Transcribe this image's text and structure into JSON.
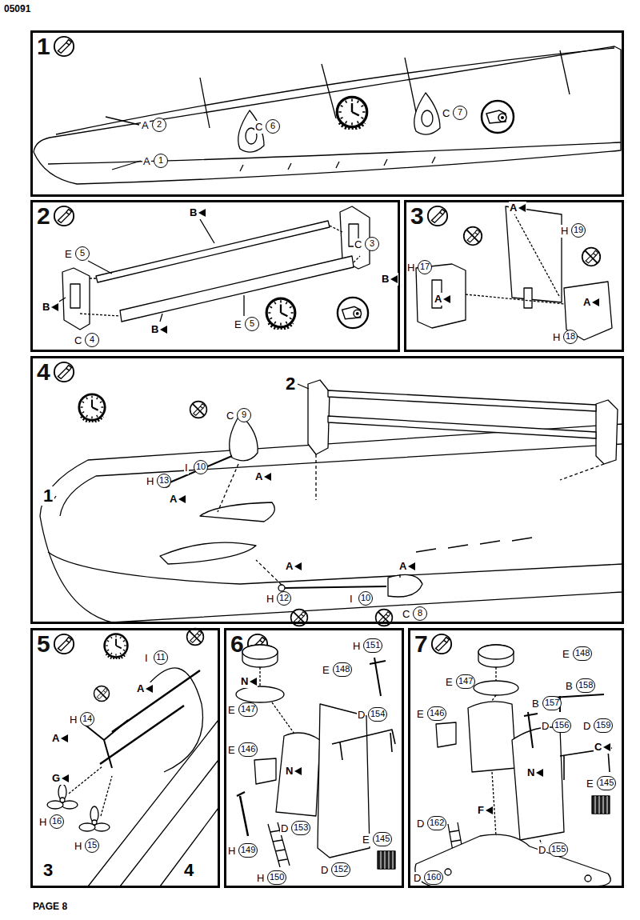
{
  "diagram": {
    "nodes": [
      {
        "text": [
          "1"
        ]
      },
      {
        "text": [
          "2"
        ]
      },
      {
        "text": [
          "3"
        ]
      },
      {
        "text": [
          "4"
        ]
      },
      {
        "text": [
          "5"
        ]
      },
      {
        "text": [
          "6"
        ]
      },
      {
        "text": [
          "7"
        ]
      }
    ],
    "labels": [
      "05091",
      "A",
      "2",
      "A",
      "1",
      "C",
      "6",
      "C",
      "7",
      "E",
      "5",
      "B",
      "C",
      "3",
      "B",
      "E",
      "5",
      "B",
      "C",
      "4",
      "B",
      "A",
      "H",
      "19",
      "H",
      "17",
      "A",
      "A",
      "H",
      "18",
      "2",
      "C",
      "9",
      "H",
      "13",
      "I",
      "10",
      "A",
      "A",
      "1",
      "A",
      "A",
      "H",
      "12",
      "I",
      "10",
      "C",
      "8",
      "I",
      "11",
      "A",
      "H",
      "14",
      "A",
      "G",
      "H",
      "16",
      "H",
      "15",
      "3",
      "4",
      "H",
      "151",
      "E",
      "148",
      "N",
      "E",
      "147",
      "D",
      "154",
      "E",
      "146",
      "N",
      "D",
      "153",
      "E",
      "145",
      "H",
      "149",
      "D",
      "152",
      "H",
      "150",
      "E",
      "148",
      "E",
      "147",
      "B",
      "158",
      "B",
      "157",
      "E",
      "146",
      "D",
      "156",
      "D",
      "159",
      "C",
      "N",
      "E",
      "145",
      "F",
      "D",
      "162",
      "D",
      "155",
      "D",
      "160",
      "PAGE 8"
    ]
  }
}
